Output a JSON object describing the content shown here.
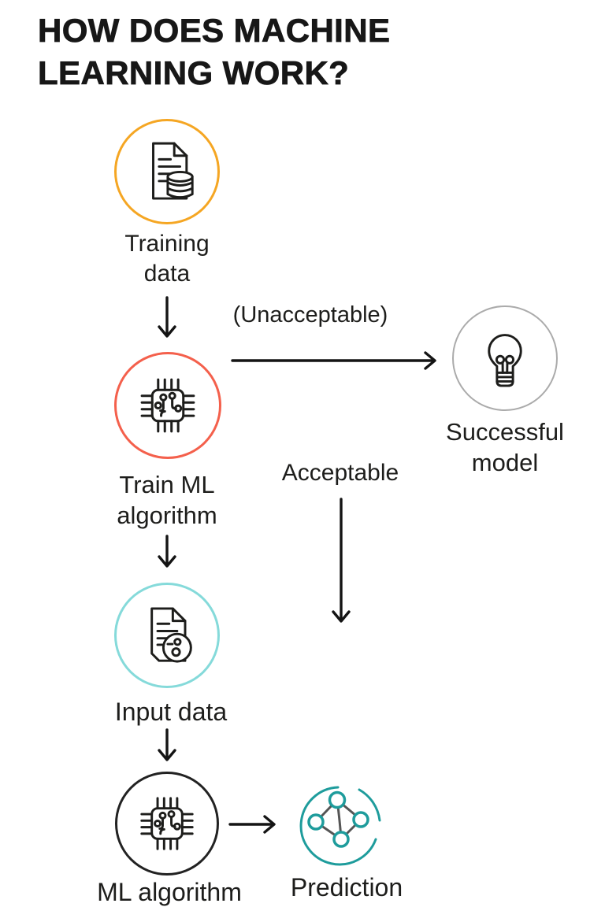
{
  "title": "HOW DOES MACHINE LEARNING WORK?",
  "nodes": {
    "training_data": {
      "label": "Training data",
      "icon": "document-database-icon",
      "circle_color": "#F5A623"
    },
    "train_ml": {
      "label": "Train ML algorithm",
      "icon": "chip-icon",
      "circle_color": "#F4604C"
    },
    "successful_model": {
      "label": "Successful model",
      "icon": "lightbulb-icon",
      "circle_color": "#ABABAB"
    },
    "input_data": {
      "label": "Input data",
      "icon": "document-percent-icon",
      "circle_color": "#85DADA"
    },
    "ml_algorithm": {
      "label": "ML algorithm",
      "icon": "chip-icon",
      "circle_color": "#222222"
    },
    "prediction": {
      "label": "Prediction",
      "icon": "network-graph-icon",
      "circle_color": "#1E9C9C"
    }
  },
  "edge_labels": {
    "unacceptable": "(Unacceptable)",
    "acceptable": "Acceptable"
  },
  "colors": {
    "background": "#FFFFFF",
    "text": "#1D1D1B",
    "arrow": "#141414",
    "orange": "#F5A623",
    "coral": "#F4604C",
    "gray": "#ABABAB",
    "light_teal": "#85DADA",
    "teal": "#1E9C9C",
    "node_edge_gray": "#555555"
  }
}
